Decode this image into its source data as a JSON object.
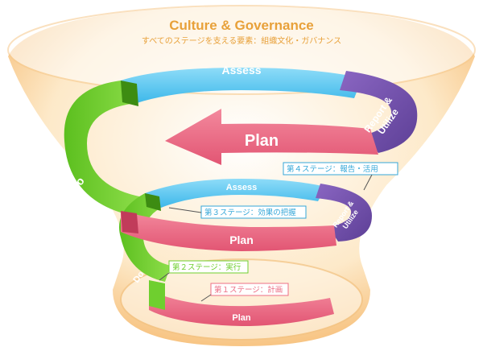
{
  "header": {
    "title": "Culture & Governance",
    "subtitle": "すべてのステージを支える要素：組織文化・ガバナンス"
  },
  "upper_cycle": {
    "assess": "Assess",
    "plan": "Plan",
    "do": "Do",
    "report_line1": "Report &",
    "report_line2": "Utilize"
  },
  "lower_cycle": {
    "assess": "Assess",
    "plan": "Plan",
    "do": "Do",
    "report_line1": "Report &",
    "report_line2": "Utilize"
  },
  "bottom_cycle": {
    "plan": "Plan"
  },
  "stages": {
    "stage4": "第４ステージ：報告・活用",
    "stage3": "第３ステージ：効果の把握",
    "stage2": "第２ステージ：実行",
    "stage1": "第１ステージ：計画"
  },
  "colors": {
    "assess": "#5ec8f2",
    "plan": "#ec6f86",
    "do": "#6fcf2f",
    "report": "#7b58b0",
    "title": "#e8a13a",
    "funnel": "#fbd9a6",
    "stage_text": "#35a7d8"
  }
}
